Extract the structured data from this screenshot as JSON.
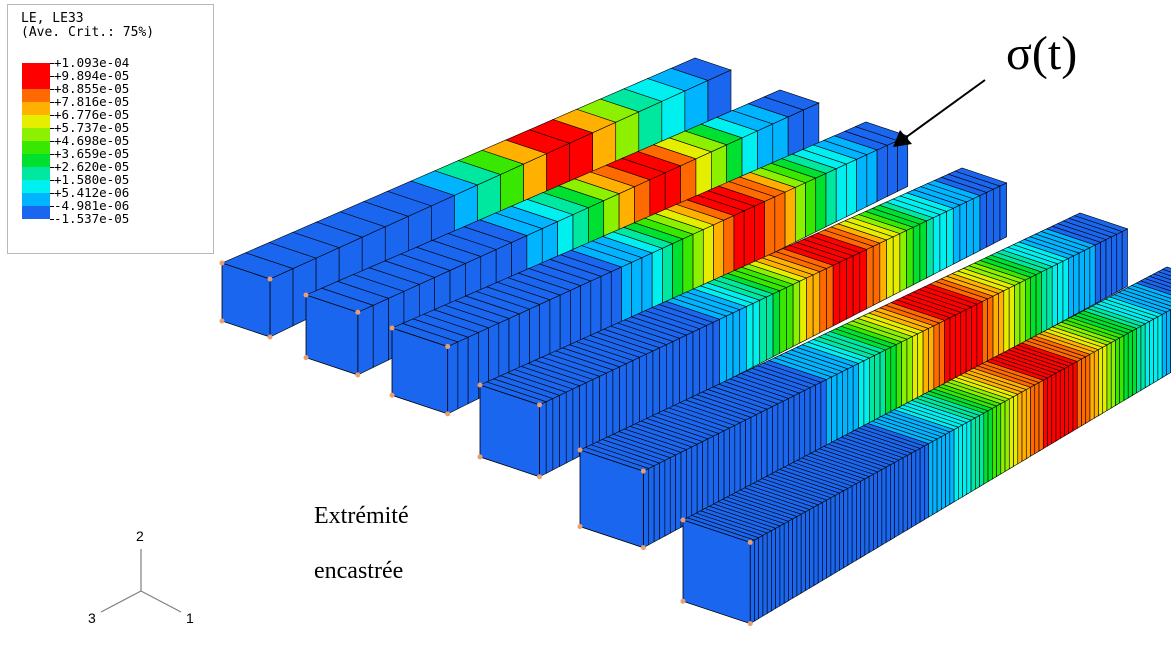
{
  "legend": {
    "title_line1": "LE, LE33",
    "title_line2": "(Ave. Crit.: 75%)",
    "entries": [
      {
        "value": "+1.093e-04",
        "color": "#ff0000"
      },
      {
        "value": "+9.894e-05",
        "color": "#ff0000"
      },
      {
        "value": "+8.855e-05",
        "color": "#ff6a00"
      },
      {
        "value": "+7.816e-05",
        "color": "#ffb000"
      },
      {
        "value": "+6.776e-05",
        "color": "#e6ee00"
      },
      {
        "value": "+5.737e-05",
        "color": "#8cf000"
      },
      {
        "value": "+4.698e-05",
        "color": "#38e800"
      },
      {
        "value": "+3.659e-05",
        "color": "#00e030"
      },
      {
        "value": "+2.620e-05",
        "color": "#00e8a0"
      },
      {
        "value": "+1.580e-05",
        "color": "#00f0f0"
      },
      {
        "value": "+5.412e-06",
        "color": "#00b4ff"
      },
      {
        "value": "-4.981e-06",
        "color": "#1a66ee"
      },
      {
        "value": "-1.537e-05",
        "color": "#0000ff"
      }
    ]
  },
  "annotations": {
    "load_label": "σ(t)",
    "fixed_end_line1": "Extrémité",
    "fixed_end_line2": "encastrée"
  },
  "triad": {
    "axis_2": "2",
    "axis_3": "3",
    "axis_1": "1"
  },
  "beams": [
    {
      "elements": 20,
      "strain_profile": [
        0,
        0,
        0,
        0,
        0,
        0,
        0,
        0.1,
        0.2,
        0.3,
        0.45,
        0.6,
        0.8,
        0.95,
        1,
        1,
        0.95,
        0.8,
        0.6,
        0.4,
        0.2,
        0.1,
        0.05,
        0,
        0,
        0
      ]
    },
    {
      "elements": 30
    },
    {
      "elements": 45
    },
    {
      "elements": 70
    },
    {
      "elements": 90
    },
    {
      "elements": 110
    }
  ],
  "colors": {
    "background": "#ffffff",
    "base_blue": "#1a66ee",
    "edge": "#000000",
    "arrow": "#000000"
  }
}
